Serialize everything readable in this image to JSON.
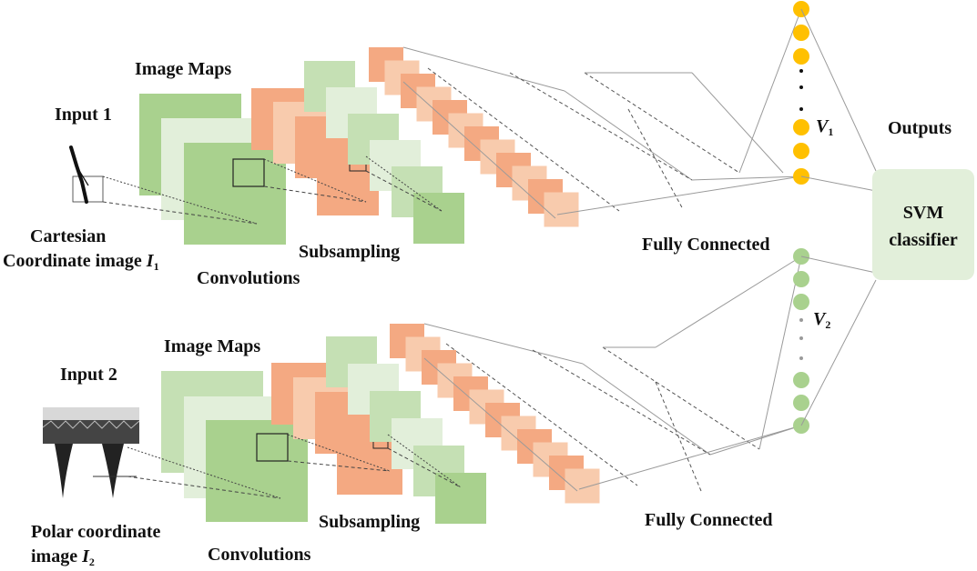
{
  "colors": {
    "green_dark": "#a9d18e",
    "green_mid": "#c5e0b4",
    "green_light": "#e2efda",
    "orange_dark": "#f4a982",
    "orange_light": "#f8cbad",
    "neuron_yellow": "#ffc000",
    "neuron_green": "#a9d18e",
    "svm_box": "#e2efda"
  },
  "branch_top": {
    "input_label": "Input 1",
    "image_caption_line1": "Cartesian",
    "image_caption_line2_prefix": "Coordinate image ",
    "image_symbol": "I",
    "image_subscript": "1",
    "maps_label": "Image Maps",
    "conv_label": "Convolutions",
    "subsample_label": "Subsampling",
    "fc_label": "Fully Connected",
    "vector_symbol": "V",
    "vector_subscript": "1"
  },
  "branch_bottom": {
    "input_label": "Input 2",
    "image_caption_line1": "Polar coordinate",
    "image_caption_line2_prefix": "image ",
    "image_symbol": "I",
    "image_subscript": "2",
    "maps_label": "Image Maps",
    "conv_label": "Convolutions",
    "subsample_label": "Subsampling",
    "fc_label": "Fully Connected",
    "vector_symbol": "V",
    "vector_subscript": "2"
  },
  "outputs_label": "Outputs",
  "svm": {
    "line1": "SVM",
    "line2": "classifier"
  }
}
